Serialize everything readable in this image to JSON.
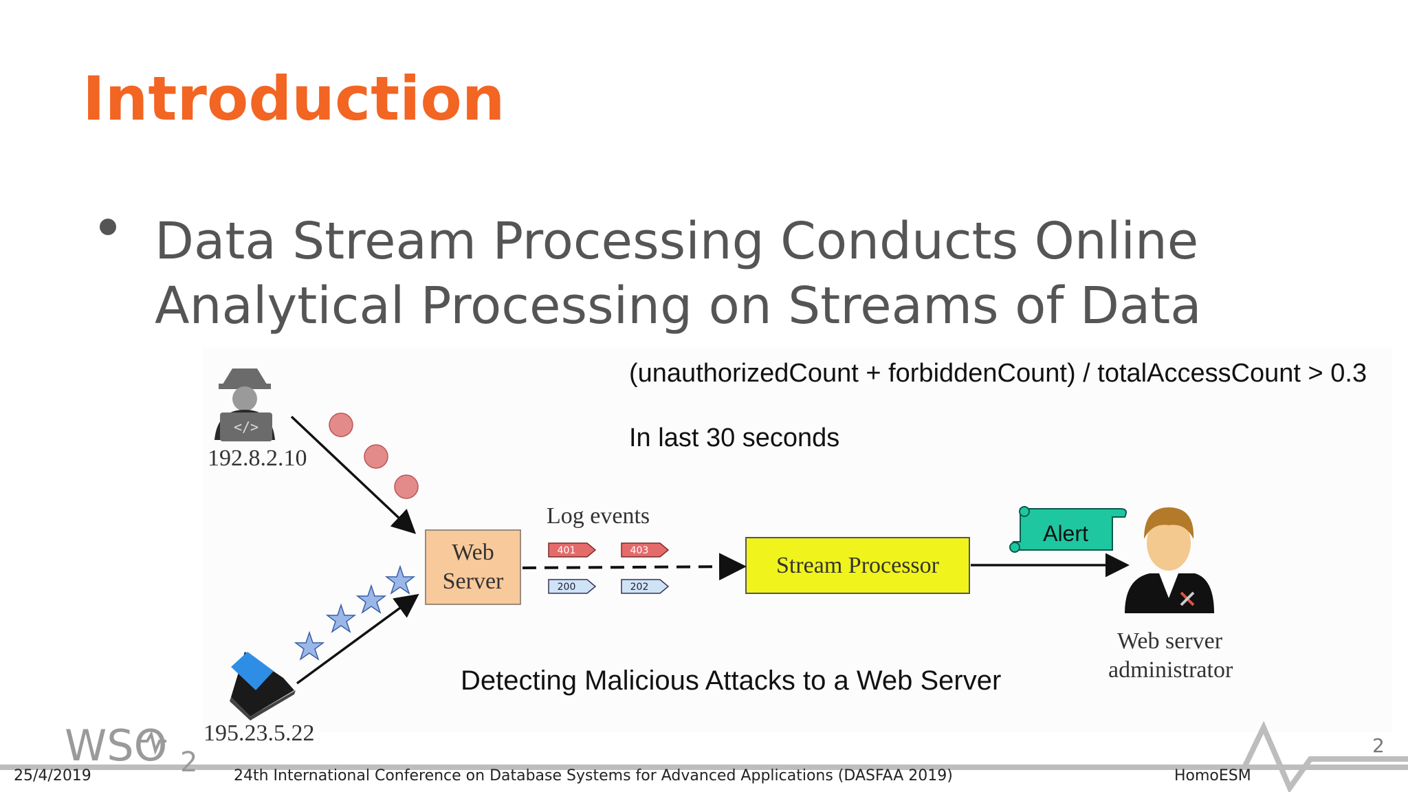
{
  "slide": {
    "title": "Introduction",
    "bullet_line_1": "Data Stream Processing Conducts Online",
    "bullet_line_2": "Analytical Processing on Streams of Data",
    "page_number": "2"
  },
  "diagram": {
    "formula": "(unauthorizedCount + forbiddenCount) / totalAccessCount > 0.3",
    "window": "In last 30 seconds",
    "caption": "Detecting Malicious Attacks to a Web Server",
    "attacker_ip": "192.8.2.10",
    "user_ip": "195.23.5.22",
    "web_server_line1": "Web",
    "web_server_line2": "Server",
    "log_events_label": "Log events",
    "log_codes": [
      "401",
      "403",
      "200",
      "202"
    ],
    "stream_processor": "Stream Processor",
    "alert": "Alert",
    "admin_line1": "Web server",
    "admin_line2": "administrator",
    "code_glyph": "</>"
  },
  "footer": {
    "date": "25/4/2019",
    "conference": "24th International Conference on Database Systems for Advanced Applications (DASFAA 2019)",
    "project": "HomoESM",
    "logo_text": "WSO",
    "logo_sub": "2"
  },
  "colors": {
    "title": "#f26522",
    "web_server_box": "#f8c99a",
    "stream_processor_box": "#f0f41c",
    "alert_scroll": "#1fc7a0",
    "malicious_circle": "#e38a8a",
    "star": "#9ab7e8"
  }
}
